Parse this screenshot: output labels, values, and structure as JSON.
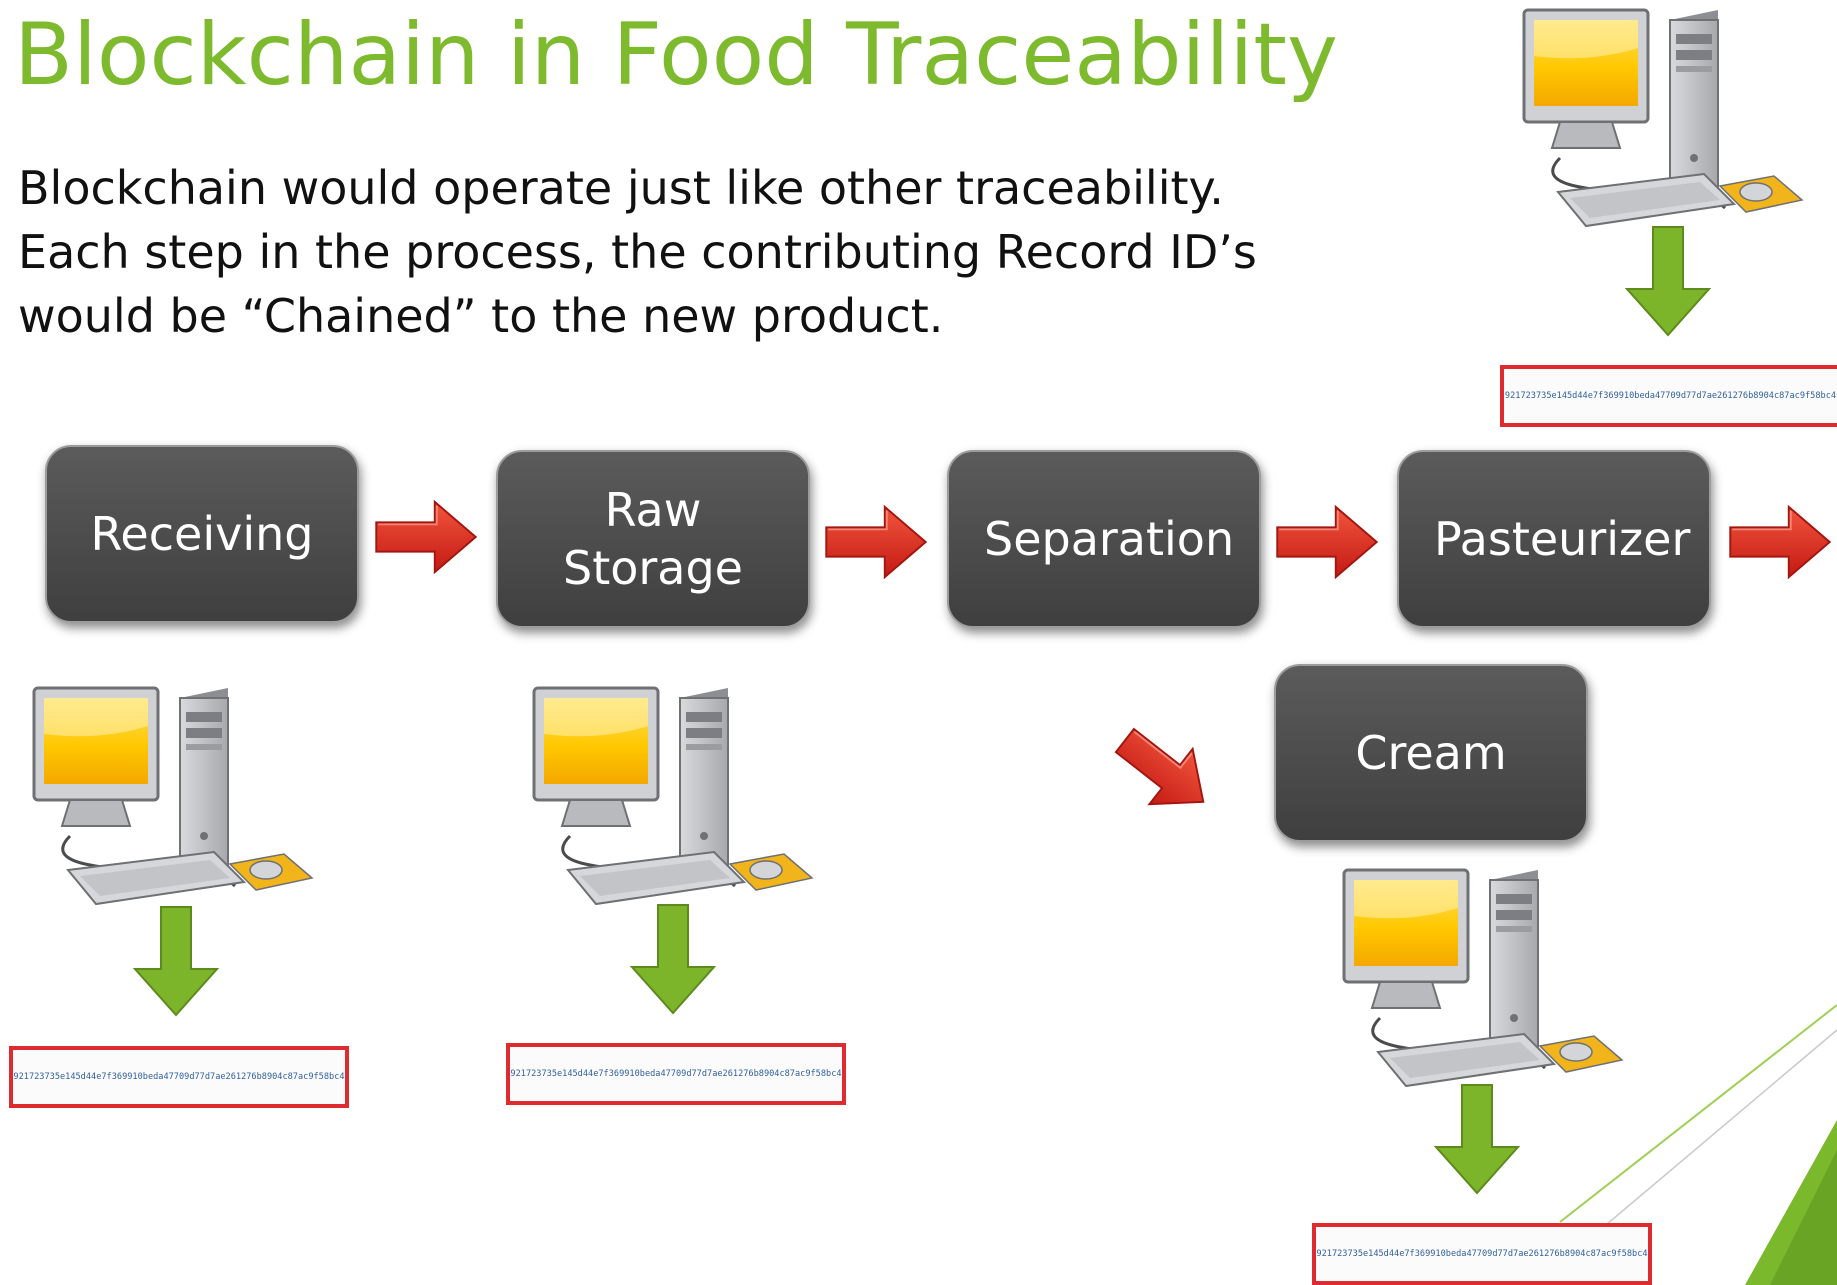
{
  "title": "Blockchain in Food Traceability",
  "description": "Blockchain would operate just like other traceability. Each step in the process, the contributing Record ID’s would be “Chained” to the new product.",
  "steps": [
    {
      "label": "Receiving"
    },
    {
      "label": "Raw Storage"
    },
    {
      "label": "Separation"
    },
    {
      "label": "Pasteurizer"
    },
    {
      "label": "Cream"
    }
  ],
  "record_ids": {
    "receiving": "921723735e145d44e7f369910beda47709d77d7ae261276b8904c87ac9f58bc4",
    "raw_storage": "921723735e145d44e7f369910beda47709d77d7ae261276b8904c87ac9f58bc4",
    "pasteurizer": "921723735e145d44e7f369910beda47709d77d7ae261276b8904c87ac9f58bc4",
    "cream": "921723735e145d44e7f369910beda47709d77d7ae261276b8904c87ac9f58bc4"
  },
  "icons": {
    "computer": "computer-icon",
    "flow_arrow": "red-arrow-icon",
    "record_arrow": "green-down-arrow-icon"
  },
  "colors": {
    "title": "#7dba2e",
    "step_box": "#4a4a4a",
    "flow_arrow": "#d9251b",
    "record_arrow": "#7db52a",
    "record_border": "#dd2b30"
  }
}
